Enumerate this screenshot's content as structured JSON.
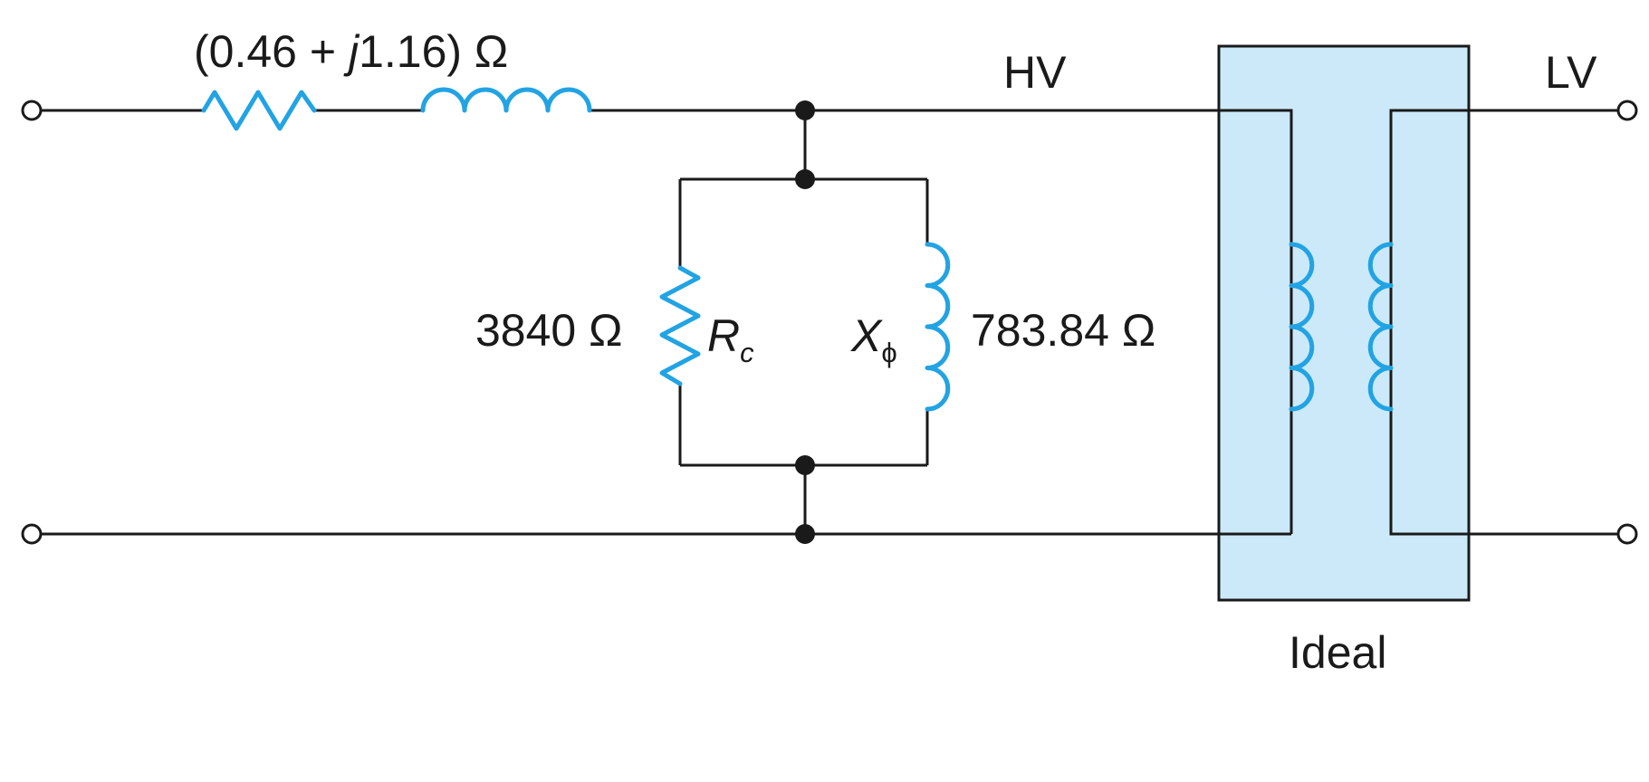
{
  "series_impedance": {
    "prefix": "(0.46 + ",
    "j": "j",
    "suffix": "1.16) Ω"
  },
  "rc": {
    "value": "3840 Ω",
    "symbol": "R",
    "subscript": "c"
  },
  "xphi": {
    "value": "783.84 Ω",
    "symbol": "X",
    "subscript": "ϕ"
  },
  "labels": {
    "hv": "HV",
    "lv": "LV",
    "ideal": "Ideal"
  },
  "colors": {
    "component": "#22a3e3",
    "transformer_fill": "#cce9f9",
    "wire": "#1a1a1a"
  }
}
